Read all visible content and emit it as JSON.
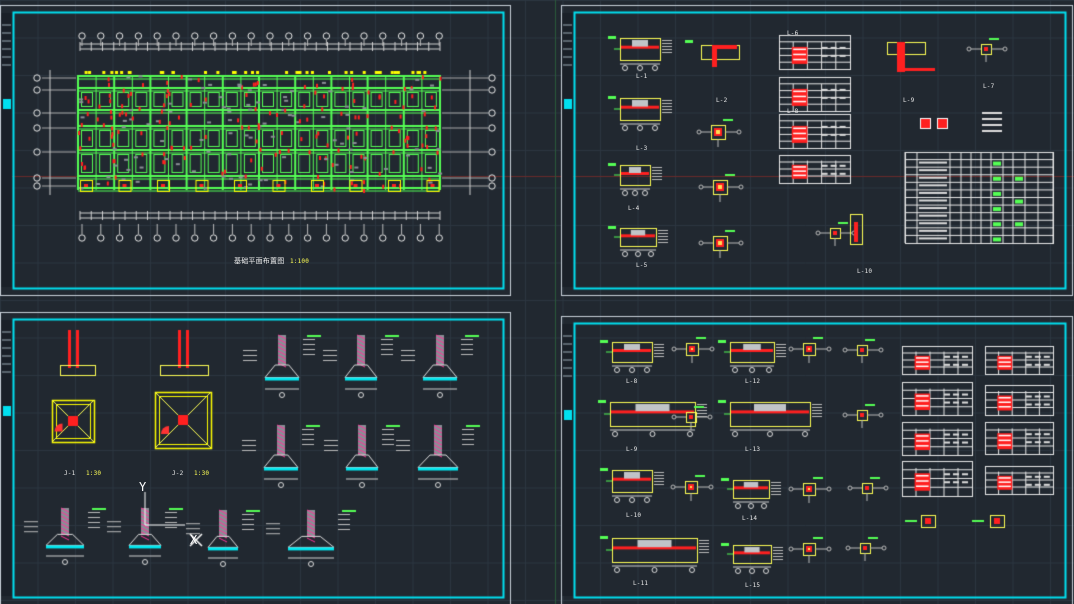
{
  "app": {
    "view": "model-space"
  },
  "colors": {
    "background": "#212830",
    "sheet_frame": "#00e0f0",
    "grid_line": "#2c3640",
    "beam_line": "#55ff55",
    "rebar": "#ff2020",
    "dimension": "#d0d0d0",
    "hatch": "#ff3399"
  },
  "sheets": [
    {
      "id": "foundation-plan",
      "labels": {
        "plan_title": "基础平面布置图",
        "scale": "1:100"
      }
    },
    {
      "id": "beam-details-top",
      "labels": {
        "l1": "L-1",
        "l2": "L-2",
        "l3": "L-3",
        "l4": "L-4",
        "l5": "L-5",
        "l6": "L-6",
        "l7": "L-7",
        "l8": "L-8",
        "l9": "L-9",
        "l10": "L-10"
      }
    },
    {
      "id": "footing-details",
      "labels": {
        "section_1": "J-1",
        "section_2": "J-2",
        "scale_1": "1:30",
        "scale_2": "1:30",
        "axis_y": "Y",
        "axis_x": "X"
      }
    },
    {
      "id": "beam-details-bottom",
      "labels": {
        "l8": "L-8",
        "l9": "L-9",
        "l10": "L-10",
        "l11": "L-11",
        "l12": "L-12",
        "l13": "L-13",
        "l14": "L-14",
        "l15": "L-15"
      }
    }
  ]
}
